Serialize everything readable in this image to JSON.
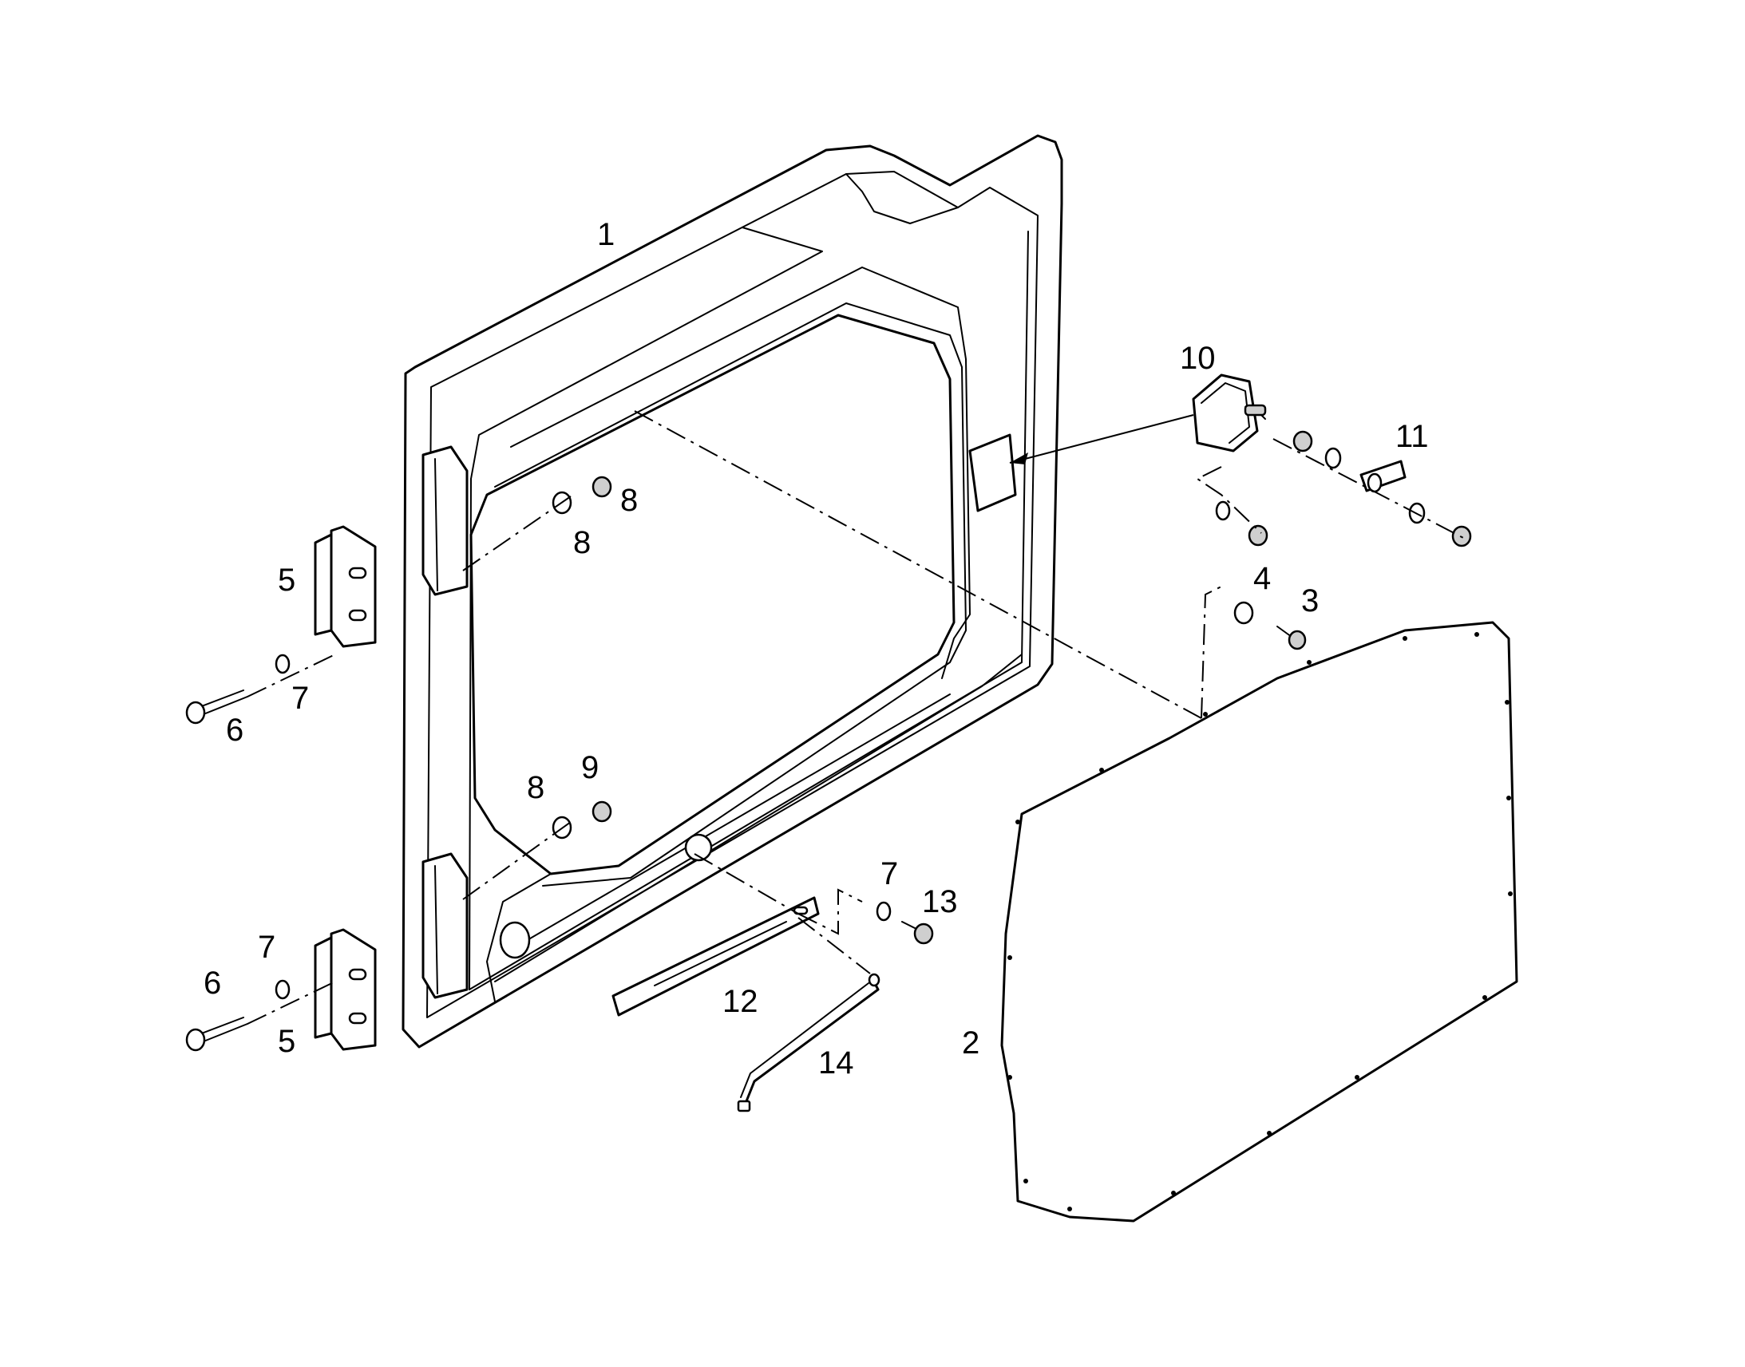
{
  "callouts": {
    "c1": "1",
    "c2": "2",
    "c3": "3",
    "c4": "4",
    "c5a": "5",
    "c5b": "5",
    "c6a": "6",
    "c6b": "6",
    "c7a": "7",
    "c7b": "7",
    "c7c": "7",
    "c8a": "8",
    "c8b": "8",
    "c8c": "8",
    "c9": "9",
    "c10": "10",
    "c11": "11",
    "c12": "12",
    "c13": "13",
    "c14": "14"
  },
  "colors": {
    "line": "#000000",
    "background": "#ffffff"
  }
}
